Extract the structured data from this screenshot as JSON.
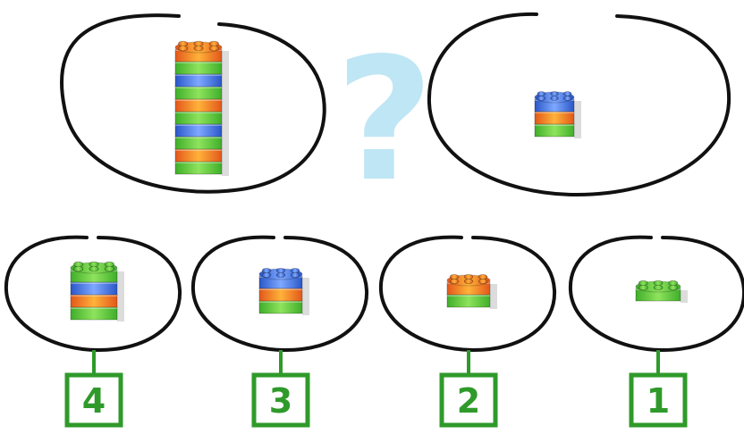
{
  "puzzle": {
    "question_mark": "?",
    "question_color": "#bfe6f5",
    "left_stack": [
      "orange",
      "green",
      "blue",
      "green",
      "orange",
      "green",
      "blue",
      "green",
      "orange",
      "green"
    ],
    "right_stack": [
      "blue",
      "orange",
      "green"
    ]
  },
  "choices": [
    {
      "label": "4",
      "stack": [
        "green",
        "blue",
        "orange",
        "green"
      ]
    },
    {
      "label": "3",
      "stack": [
        "blue",
        "orange",
        "green"
      ]
    },
    {
      "label": "2",
      "stack": [
        "orange",
        "green"
      ]
    },
    {
      "label": "1",
      "stack": [
        "green"
      ]
    }
  ],
  "colors": {
    "green": "#5cc83a",
    "blue": "#3d6fe0",
    "orange": "#f07c1a",
    "label_green": "#2f9a2a",
    "outline": "#111111"
  }
}
